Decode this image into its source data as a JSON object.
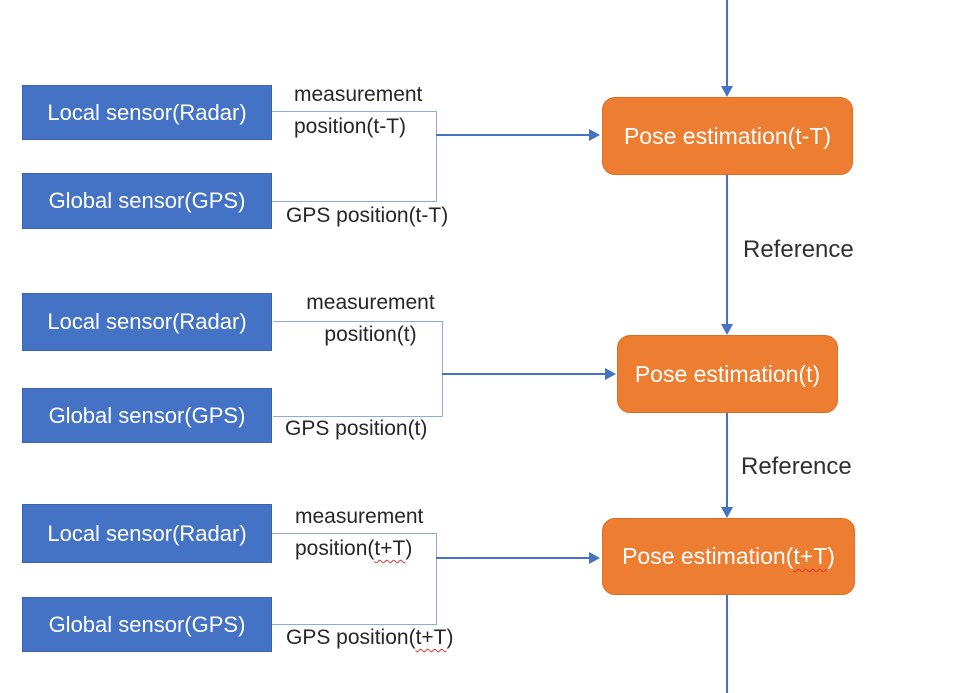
{
  "diagram": {
    "colors": {
      "sensor_box": "#4472C4",
      "pose_box": "#ED7D31",
      "connector": "#4472C4",
      "bracket_line": "#8EAADB",
      "label_text": "#262626",
      "spellcheck_underline": "#DB3A2B"
    },
    "rows": [
      {
        "local_sensor": "Local sensor(Radar)",
        "global_sensor": "Global sensor(GPS)",
        "measurement_line1": "measurement",
        "measurement_line2": "position(t-T)",
        "gps_label": "GPS position(t-T)",
        "pose_label": "Pose estimation(t-T)",
        "reference_label": "Reference"
      },
      {
        "local_sensor": "Local sensor(Radar)",
        "global_sensor": "Global sensor(GPS)",
        "measurement_line1": "measurement",
        "measurement_line2": "position(t)",
        "gps_label": "GPS position(t)",
        "pose_label": "Pose estimation(t)",
        "reference_label": "Reference"
      },
      {
        "local_sensor": "Local sensor(Radar)",
        "global_sensor": "Global sensor(GPS)",
        "measurement_line1": "measurement",
        "measurement_line2_parts": [
          "position(",
          "t+T",
          ")"
        ],
        "gps_label_parts": [
          "GPS position(",
          "t+T",
          ")"
        ],
        "pose_label_parts": [
          "Pose estimation(",
          "t+T",
          ")"
        ]
      }
    ]
  }
}
